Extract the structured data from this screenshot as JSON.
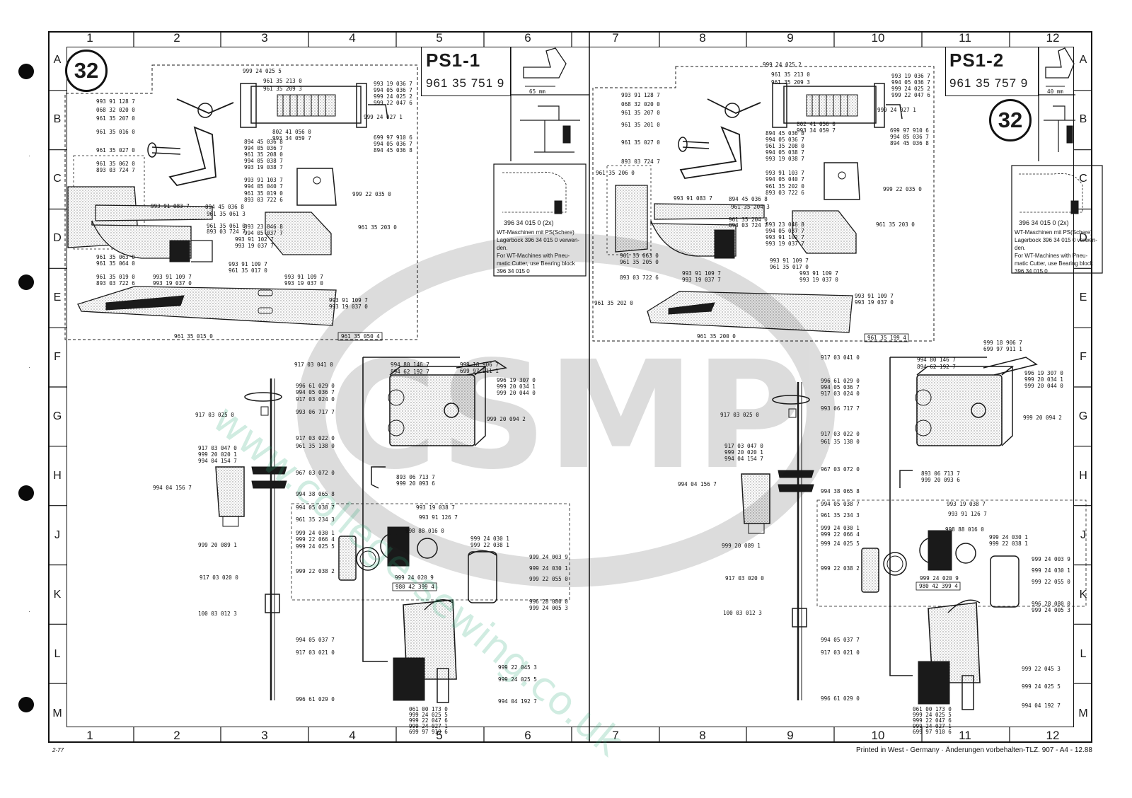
{
  "sheet_number": "32",
  "columns_top": [
    "1",
    "2",
    "3",
    "4",
    "5",
    "6",
    "7",
    "8",
    "9",
    "10",
    "11",
    "12"
  ],
  "rows": [
    "A",
    "B",
    "C",
    "D",
    "E",
    "F",
    "G",
    "H",
    "J",
    "K",
    "L",
    "M"
  ],
  "left": {
    "title": "PS1-1",
    "part_number": "961 35 751 9",
    "dim": "65 mm",
    "note_part": "396 34 015 0 (2x)",
    "note_text": [
      "WT-Maschinen mit PS(Schere)",
      "Lagerbock 396 34 015 0 verwen-",
      "den.",
      "For WT-Machines with Pneu-",
      "matic Cutter, use Bearing block",
      "396 34 015 0"
    ],
    "assembly_ref": "961 35 050 4",
    "valve_ref": "980 42 399 4",
    "labels": {
      "l1": "999 24 025 5",
      "l2": "961 35 213 0",
      "l3": "961 35 209 3",
      "l4": "993 91 128 7",
      "l5": "068 32 020 0",
      "l6": "961 35 207 0",
      "l7": "993 19 036 7",
      "l8": "994 05 036 7",
      "l9": "999 24 025 2",
      "l10": "999 22 047 6",
      "l11": "999 24 027 1",
      "l12": "961 35 016 0",
      "l13": "802 41 056 0",
      "l14": "993 34 059 7",
      "l15": "699 97 910 6",
      "l16": "994 05 036 7",
      "l17": "894 45 036 8",
      "l18": "894 45 036 8",
      "l19": "994 05 036 7",
      "l20": "961 35 208 0",
      "l21": "994 05 038 7",
      "l22": "993 19 038 7",
      "l23": "961 35 027 0",
      "l24": "961 35 062 0",
      "l25": "893 03 724 7",
      "l26": "993 91 103 7",
      "l27": "994 05 040 7",
      "l28": "961 35 019 0",
      "l29": "893 03 722 6",
      "l30": "999 22 035 0",
      "l31": "993 91 083 7",
      "l32": "894 45 036 8",
      "l33": "961 35 061 3",
      "l34": "961 35 061 0",
      "l35": "893 03 724 7",
      "l36": "893 23 046 8",
      "l37": "994 05 037 7",
      "l38": "993 91 102 7",
      "l39": "993 19 037 7",
      "l40": "961 35 203 0",
      "l41": "961 35 063 0",
      "l42": "961 35 064 0",
      "l43": "993 91 109 7",
      "l44": "961 35 017 0",
      "l45": "961 35 019 0",
      "l46": "893 03 722 6",
      "l47": "993 91 109 7",
      "l48": "993 19 037 0",
      "l49": "993 91 109 7",
      "l50": "993 19 037 0",
      "l51": "993 91 109 7",
      "l52": "993 19 037 0",
      "l53": "961 35 015 0"
    },
    "labels_lower": {
      "m1": "917 03 041 0",
      "m2": "994 80 146 7",
      "m3": "894 62 192 7",
      "m4": "999 18 906 7",
      "m5": "699 97 911 1",
      "m6": "996 19 307 0",
      "m7": "999 20 034 1",
      "m8": "999 20 044 0",
      "m9": "996 61 029 0",
      "m10": "994 05 036 7",
      "m11": "917 03 024 0",
      "m12": "917 03 025 0",
      "m13": "993 06 717 7",
      "m14": "999 20 094 2",
      "m15": "917 03 022 0",
      "m16": "961 35 138 0",
      "m17": "917 03 047 0",
      "m18": "999 20 020 1",
      "m19": "994 04 154 7",
      "m20": "967 03 072 0",
      "m21": "893 06 713 7",
      "m22": "999 20 093 6",
      "m23": "994 04 156 7",
      "m24": "994 38 065 8",
      "m25": "994 05 038 7",
      "m26": "993 19 038 7",
      "m27": "961 35 234 3",
      "m28": "993 91 126 7",
      "m29": "999 24 030 1",
      "m30": "999 22 066 4",
      "m31": "998 88 016 0",
      "m32": "999 24 030 1",
      "m33": "999 22 038 1",
      "m34": "999 24 025 5",
      "m35": "999 24 003 9",
      "m36": "999 20 089 1",
      "m37": "999 22 038 2",
      "m38": "999 24 020 9",
      "m39": "999 24 030 1",
      "m40": "999 22 055 0",
      "m41": "917 03 020 0",
      "m42": "996 28 080 0",
      "m43": "999 24 005 3",
      "m44": "100 03 012 3",
      "m45": "994 05 037 7",
      "m46": "917 03 021 0",
      "m47": "999 22 045 3",
      "m48": "999 24 025 5",
      "m49": "994 04 192 7",
      "m50": "996 61 029 0",
      "m51": "061 00 173 0",
      "m52": "999 24 025 5",
      "m53": "999 22 047 6",
      "m54": "999 24 027 1",
      "m55": "699 97 910 6"
    }
  },
  "right": {
    "title": "PS1-2",
    "part_number": "961 35 757 9",
    "dim": "40 mm",
    "note_part": "396 34 015 0 (2x)",
    "note_text": [
      "WT-Maschinen mit PS(Schere)",
      "Lagerbock 396 34 015 0 verwen-",
      "den.",
      "For WT-Machines with Pneu-",
      "matic Cutter, use Bearing block",
      "396 34 015 0"
    ],
    "assembly_ref": "961 35 199 4",
    "valve_ref": "980 42 399 4",
    "labels": {
      "r1": "999 24 025 2",
      "r2": "961 35 213 0",
      "r3": "961 35 209 3",
      "r4": "993 91 128 7",
      "r5": "068 32 020 0",
      "r6": "961 35 207 0",
      "r7": "961 35 201 0",
      "r8": "993 19 036 7",
      "r9": "994 05 036 7",
      "r10": "999 24 025 2",
      "r11": "999 22 047 6",
      "r12": "999 24 027 1",
      "r13": "802 41 056 0",
      "r14": "993 34 059 7",
      "r15": "699 97 910 6",
      "r16": "994 05 036 7",
      "r17": "894 45 036 8",
      "r18": "894 45 036 8",
      "r19": "994 05 036 7",
      "r20": "961 35 208 0",
      "r21": "994 05 038 7",
      "r22": "993 19 038 7",
      "r23": "961 35 027 0",
      "r24": "893 03 724 7",
      "r25": "961 35 206 0",
      "r26": "993 91 103 7",
      "r27": "994 05 040 7",
      "r28": "961 35 202 0",
      "r29": "893 03 722 6",
      "r30": "999 22 035 0",
      "r31": "993 91 083 7",
      "r32": "894 45 036 8",
      "r33": "961 35 204 3",
      "r34": "961 35 204 0",
      "r35": "893 03 724 7",
      "r36": "893 23 046 8",
      "r37": "994 05 037 7",
      "r38": "993 91 102 7",
      "r39": "993 19 037 7",
      "r40": "961 35 203 0",
      "r41": "961 35 063 0",
      "r42": "961 35 205 0",
      "r43": "993 91 109 7",
      "r44": "961 35 017 0",
      "r45": "893 03 722 6",
      "r46": "993 91 109 7",
      "r47": "993 19 037 7",
      "r48": "993 91 109 7",
      "r49": "993 19 037 0",
      "r50": "961 35 202 0",
      "r51": "993 91 109 7",
      "r52": "993 19 037 0",
      "r53": "961 35 200 0"
    },
    "labels_lower": {
      "n1": "917 03 041 0",
      "n2": "994 80 146 7",
      "n3": "894 62 192 7",
      "n4": "999 18 906 7",
      "n5": "699 97 911 1",
      "n6": "996 19 307 0",
      "n7": "999 20 034 1",
      "n8": "999 20 044 0",
      "n9": "996 61 029 0",
      "n10": "994 05 036 7",
      "n11": "917 03 024 0",
      "n12": "917 03 025 0",
      "n13": "993 06 717 7",
      "n14": "999 20 094 2",
      "n15": "917 03 022 0",
      "n16": "961 35 138 0",
      "n17": "917 03 047 0",
      "n18": "999 20 020 1",
      "n19": "994 04 154 7",
      "n20": "967 03 072 0",
      "n21": "893 06 713 7",
      "n22": "999 20 093 6",
      "n23": "994 04 156 7",
      "n24": "994 38 065 8",
      "n25": "994 05 038 7",
      "n26": "993 19 038 7",
      "n27": "961 35 234 3",
      "n28": "993 91 126 7",
      "n29": "999 24 030 1",
      "n30": "999 22 066 4",
      "n31": "998 88 016 0",
      "n32": "999 24 030 1",
      "n33": "999 22 038 1",
      "n34": "999 24 025 5",
      "n35": "999 24 003 9",
      "n36": "999 20 089 1",
      "n37": "999 22 038 2",
      "n38": "999 24 020 9",
      "n39": "999 24 030 1",
      "n40": "999 22 055 0",
      "n41": "917 03 020 0",
      "n42": "996 28 080 0",
      "n43": "999 24 005 3",
      "n44": "100 03 012 3",
      "n45": "994 05 037 7",
      "n46": "917 03 021 0",
      "n47": "999 22 045 3",
      "n48": "999 24 025 5",
      "n49": "994 04 192 7",
      "n50": "996 61 029 0",
      "n51": "061 00 173 0",
      "n52": "999 24 025 5",
      "n53": "999 22 047 6",
      "n54": "999 24 027 1",
      "n55": "699 97 910 6"
    }
  },
  "watermark": "www.college-sewing.co.uk",
  "footer": "Printed in West - Germany · Änderungen vorbehalten-TLZ. 907 - A4  -  12.88",
  "corner_mark": "2-77"
}
